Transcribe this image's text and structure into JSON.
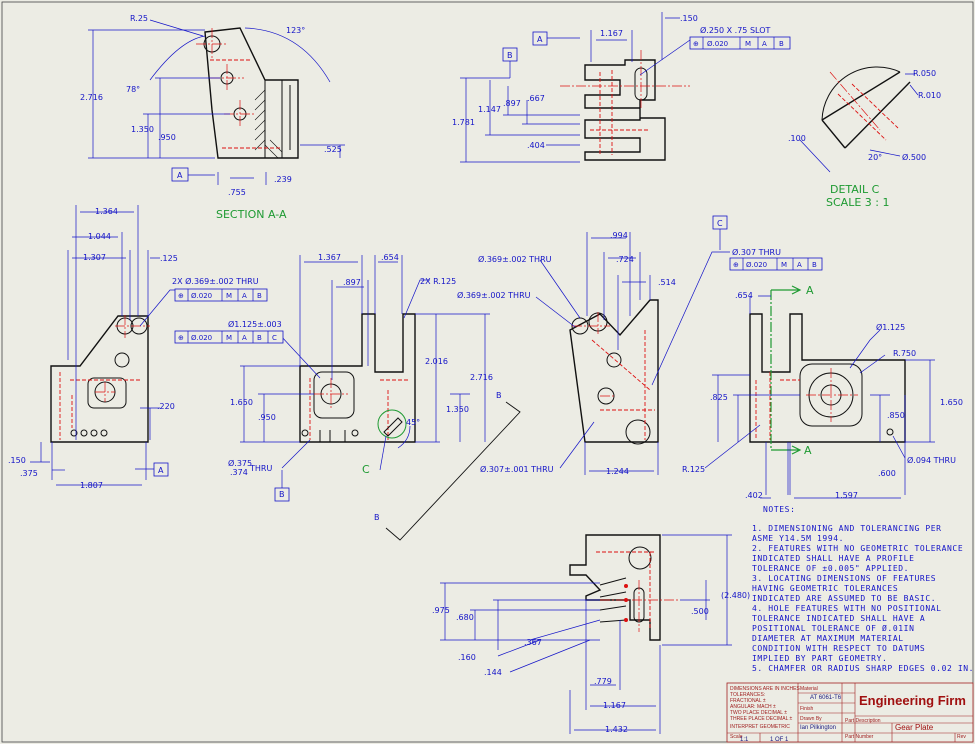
{
  "section_aa": {
    "title": "SECTION A-A",
    "dims": [
      "R.25",
      "123°",
      "78°",
      "2.716",
      "1.350",
      ".950",
      ".525",
      ".755",
      ".239"
    ],
    "datum": "A"
  },
  "top_view": {
    "dims": [
      ".150",
      "1.167",
      "1.781",
      "1.147",
      ".897",
      ".667",
      ".404"
    ],
    "slot_callout": "Ø.250 X .75 SLOT",
    "slot_frame": [
      "Ø.020",
      "M",
      "A",
      "B"
    ],
    "datums": [
      "A",
      "B"
    ]
  },
  "detail_c": {
    "title": "DETAIL C",
    "scale": "SCALE 3 : 1",
    "dims": [
      "R.050",
      "R.010",
      ".100",
      "20°",
      "Ø.500"
    ]
  },
  "left_view": {
    "dims": [
      "1.364",
      "1.044",
      "1.307",
      ".125",
      ".220",
      ".150",
      ".375",
      "1.807"
    ],
    "hole_callout": "2X Ø.369±.002 THRU",
    "hole_frame": [
      "Ø.020",
      "M",
      "A",
      "B"
    ],
    "datum": "A"
  },
  "front_view": {
    "dims": [
      "1.367",
      ".654",
      ".897",
      "2X R.125",
      "2.016",
      "2.716",
      "1.650",
      ".950",
      "1.350",
      "45°"
    ],
    "bore_callout": "Ø1.125±.003",
    "bore_frame": [
      "Ø.020",
      "M",
      "A",
      "B",
      "C"
    ],
    "thru_callout_top": "Ø.375",
    "thru_callout_bot": ".374",
    "thru_word": "THRU",
    "datum": "B",
    "detail_label": "C",
    "section_label": "B"
  },
  "iso_view": {
    "dims": [
      ".994",
      ".724",
      ".514",
      "1.244"
    ],
    "callout_a": "Ø.369±.002 THRU",
    "callout_b": "Ø.369±.002 THRU",
    "callout_c": "Ø.307±.001 THRU",
    "callout_d": "Ø.307 THRU",
    "frame_d": [
      "Ø.020",
      "M",
      "A",
      "B"
    ],
    "datum": "C"
  },
  "right_view": {
    "dims": [
      ".654",
      "Ø1.125",
      "R.750",
      ".825",
      "1.650",
      ".850",
      "R.125",
      "Ø.094 THRU",
      ".402",
      "1.597",
      ".600"
    ],
    "section_letter": "A"
  },
  "bottom_view": {
    "dims": [
      "(2.480)",
      ".975",
      ".680",
      ".500",
      ".367",
      ".160",
      ".144",
      ".779",
      "1.167",
      "1.432"
    ]
  },
  "notes": {
    "heading": "NOTES:",
    "lines": [
      "1.   DIMENSIONING AND TOLERANCING PER",
      "      ASME Y14.5M 1994.",
      "2.   FEATURES WITH NO GEOMETRIC TOLERANCE",
      "      INDICATED SHALL HAVE A PROFILE",
      "      TOLERANCE OF ±0.005\" APPLIED.",
      "3.   LOCATING DIMENSIONS OF FEATURES",
      "      HAVING GEOMETRIC TOLERANCES",
      "      INDICATED ARE ASSUMED TO BE BASIC.",
      "4.   HOLE FEATURES WITH NO POSITIONAL",
      "      TOLERANCE INDICATED SHALL HAVE A",
      "      POSITIONAL TOLERANCE OF Ø.01IN",
      "      DIAMETER AT MAXIMUM MATERIAL",
      "      CONDITION WITH RESPECT TO DATUMS",
      "      IMPLIED BY PART GEOMETRY.",
      "5.   CHAMFER OR RADIUS SHARP EDGES 0.02 IN."
    ]
  },
  "title_block": {
    "firm": "Engineering Firm",
    "part": "Gear Plate",
    "material": "AT 6061-T6",
    "drawn_by": "Ian Pilkington",
    "scale": "1:1",
    "sheet": "1 OF 1"
  },
  "colors": {
    "paper": "#ecece4",
    "outline": "#111111",
    "dimension": "#1414c8",
    "hidden": "#dd1111",
    "annotation_green": "#1e9a32",
    "firm_red": "#a01010"
  }
}
